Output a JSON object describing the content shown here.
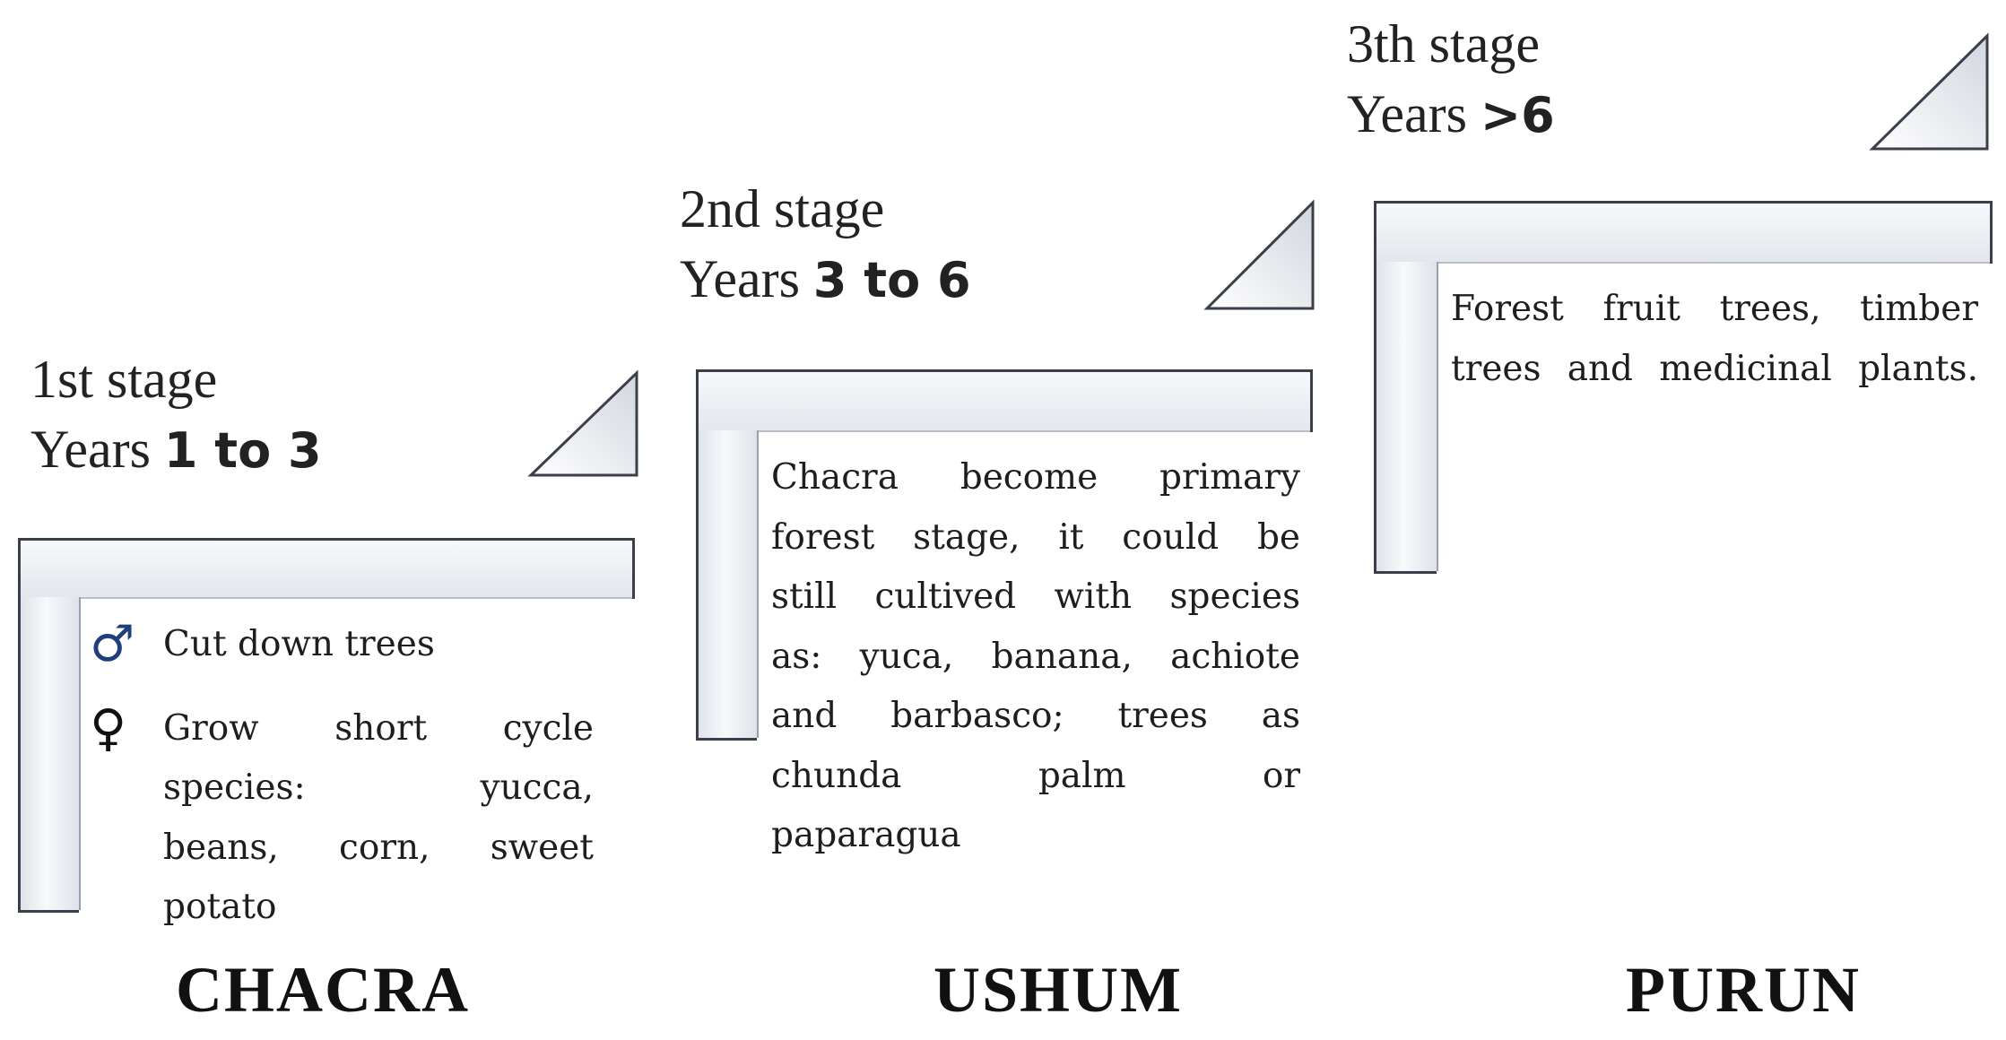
{
  "stages": [
    {
      "heading": "1st stage",
      "years_prefix": "Years",
      "years_value": "1 to 3",
      "name": "CHACRA",
      "items": [
        {
          "icon": "male-symbol-icon",
          "glyph": "♂",
          "lines": [
            [
              "Cut down trees"
            ]
          ]
        },
        {
          "icon": "female-symbol-icon",
          "glyph": "♀",
          "lines": [
            [
              "Grow",
              "short",
              "cycle"
            ],
            [
              "species:",
              "yucca,"
            ],
            [
              "beans,",
              "corn,",
              "sweet"
            ],
            [
              "potato"
            ]
          ]
        }
      ]
    },
    {
      "heading": "2nd stage",
      "years_prefix": "Years",
      "years_value": "3 to 6",
      "name": "USHUM",
      "lines": [
        [
          "Chacra",
          "become",
          "primary"
        ],
        [
          "forest",
          "stage,",
          "it",
          "could",
          "be"
        ],
        [
          "still",
          "cultived",
          "with",
          "species"
        ],
        [
          "as:",
          "yuca,",
          "banana,",
          "achiote"
        ],
        [
          "and",
          "barbasco;",
          "trees",
          "as"
        ],
        [
          "chunda",
          "palm",
          "or"
        ],
        [
          "paparagua"
        ]
      ]
    },
    {
      "heading": "3th stage",
      "years_prefix": "Years",
      "years_value": ">6",
      "name": "PURUN",
      "lines": [
        [
          "Forest",
          "fruit",
          "trees,",
          "timber"
        ],
        [
          "trees",
          "and",
          "medicinal",
          "plants."
        ]
      ]
    }
  ]
}
